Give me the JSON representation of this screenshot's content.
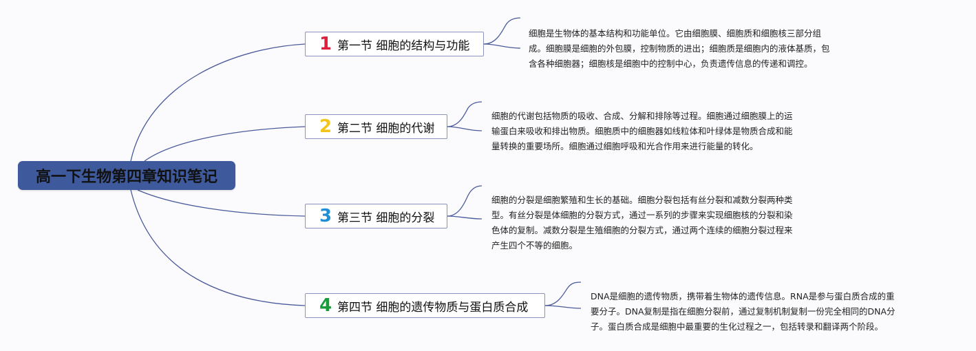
{
  "root": {
    "title": "高一下生物第四章知识笔记"
  },
  "colors": {
    "root_bg": "#3f5a9c",
    "line": "#4a5a9a",
    "box_border": "#8a93bd"
  },
  "topics": [
    {
      "number": "1",
      "number_color": "#e01f3d",
      "label": "第一节 细胞的结构与功能",
      "lines": [
        "细胞是生物体的基本结构和功能单位。它由细胞膜、细胞质和细胞核三部分组",
        "成。细胞膜是细胞的外包膜，控制物质的进出；细胞质是细胞内的液体基质，包",
        "含各种细胞器；细胞核是细胞中的控制中心，负责遗传信息的传递和调控。"
      ]
    },
    {
      "number": "2",
      "number_color": "#f2c51d",
      "label": "第二节 细胞的代谢",
      "lines": [
        "细胞的代谢包括物质的吸收、合成、分解和排除等过程。细胞通过细胞膜上的运",
        "输蛋白来吸收和排出物质。细胞质中的细胞器如线粒体和叶绿体是物质合成和能",
        "量转换的重要场所。细胞通过细胞呼吸和光合作用来进行能量的转化。"
      ]
    },
    {
      "number": "3",
      "number_color": "#1f8fd6",
      "label": "第三节 细胞的分裂",
      "lines": [
        "细胞的分裂是细胞繁殖和生长的基础。细胞分裂包括有丝分裂和减数分裂两种类",
        "型。有丝分裂是体细胞的分裂方式，通过一系列的步骤来实现细胞核的分裂和染",
        "色体的复制。减数分裂是生殖细胞的分裂方式，通过两个连续的细胞分裂过程来",
        "产生四个不等的细胞。"
      ]
    },
    {
      "number": "4",
      "number_color": "#1a9c3a",
      "label": "第四节 细胞的遗传物质与蛋白质合成",
      "lines": [
        "DNA是细胞的遗传物质，携带着生物体的遗传信息。RNA是参与蛋白质合成的重",
        "要分子。DNA复制是指在细胞分裂前，通过复制机制复制一份完全相同的DNA分",
        "子。蛋白质合成是细胞中最重要的生化过程之一，包括转录和翻译两个阶段。"
      ]
    }
  ]
}
